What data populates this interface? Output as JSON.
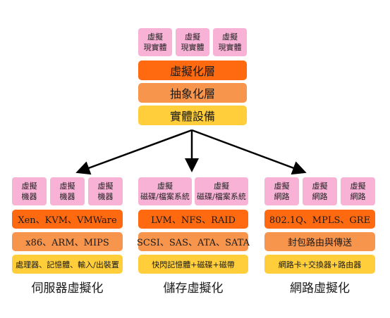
{
  "top": {
    "boxes": [
      {
        "line1": "虛擬",
        "line2": "現實體"
      },
      {
        "line1": "虛擬",
        "line2": "現實體"
      },
      {
        "line1": "虛擬",
        "line2": "現實體"
      }
    ],
    "layers": [
      "虛擬化層",
      "抽象化層",
      "實體設備"
    ]
  },
  "groups": [
    {
      "boxes": [
        {
          "line1": "虛擬",
          "line2": "機器"
        },
        {
          "line1": "虛擬",
          "line2": "機器"
        },
        {
          "line1": "虛擬",
          "line2": "機器"
        }
      ],
      "layers": [
        "Xen、KVM、VMWare",
        "x86、ARM、MIPS",
        "處理器、記憶體、輸入/出裝置"
      ],
      "caption": "伺服器虛擬化"
    },
    {
      "boxes": [
        {
          "line1": "虛擬",
          "line2": "磁碟/檔案系統"
        },
        {
          "line1": "虛擬",
          "line2": "磁碟/檔案系統"
        }
      ],
      "layers": [
        "LVM、NFS、RAID",
        "SCSI、SAS、ATA、SATA",
        "快閃記憶體+磁碟+磁帶"
      ],
      "caption": "儲存虛擬化"
    },
    {
      "boxes": [
        {
          "line1": "虛擬",
          "line2": "網路"
        },
        {
          "line1": "虛擬",
          "line2": "網路"
        },
        {
          "line1": "虛擬",
          "line2": "網路"
        }
      ],
      "layers": [
        "802.1Q、MPLS、GRE",
        "封包路由與傳送",
        "網路卡+交換器+路由器"
      ],
      "caption": "網路虛擬化"
    }
  ],
  "colors": {
    "pink": "#f7b2d6",
    "layer1": "#ff6a10",
    "layer2": "#f8954c",
    "layer3": "#ffce3a"
  }
}
